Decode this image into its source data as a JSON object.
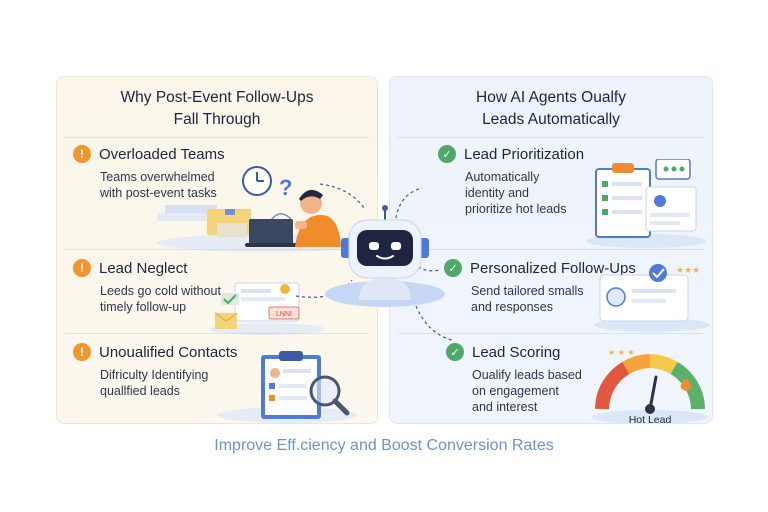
{
  "left": {
    "title_line1": "Why Post-Event Follow-Ups",
    "title_line2": "Fall Through",
    "items": [
      {
        "title": "Overloaded Teams",
        "desc_line1": "Teams overwhelmed",
        "desc_line2": "with post-event tasks",
        "icon": "warning-icon"
      },
      {
        "title": "Lead Neglect",
        "desc_line1": "Leeds go cold without",
        "desc_line2": "timely follow-up",
        "icon": "warning-icon"
      },
      {
        "title": "Unoualified Contacts",
        "desc_line1": "Difriculty Identifying",
        "desc_line2": "quallfied leads",
        "icon": "warning-icon"
      }
    ]
  },
  "right": {
    "title_line1": "How AI Agents Oualfy",
    "title_line2": "Leads Automatically",
    "items": [
      {
        "title": "Lead Prioritization",
        "desc_line1": "Automatically",
        "desc_line2": "identity and",
        "desc_line3": "prioritize hot leads",
        "icon": "check-icon"
      },
      {
        "title": "Personalized Follow-Ups",
        "desc_line1": "Send tailored smalls",
        "desc_line2": "and responses",
        "icon": "check-icon"
      },
      {
        "title": "Lead Scoring",
        "desc_line1": "Oualify leads based",
        "desc_line2": "on engagement",
        "desc_line3": "and interest",
        "icon": "check-icon"
      }
    ],
    "gauge_label": "Hot Lead"
  },
  "email_tag": "LNNI",
  "footer": "Improve Eff.ciency and Boost Conversion Rates",
  "colors": {
    "left_panel_bg": "#fbf6e9",
    "right_panel_bg": "#eef3fb",
    "warning": "#f0962c",
    "check": "#4ea867",
    "footer_text": "#6f93c9"
  }
}
